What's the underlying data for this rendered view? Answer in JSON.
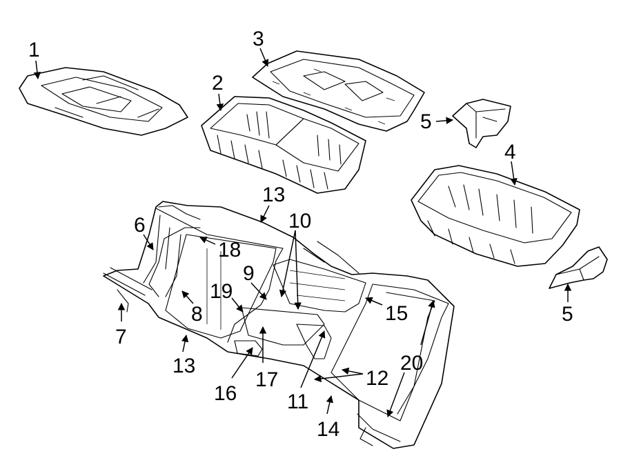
{
  "callouts": {
    "c1": "1",
    "c2": "2",
    "c3": "3",
    "c4": "4",
    "c5a": "5",
    "c5b": "5",
    "c6": "6",
    "c7": "7",
    "c8": "8",
    "c9": "9",
    "c10": "10",
    "c11": "11",
    "c12": "12",
    "c13a": "13",
    "c13b": "13",
    "c14": "14",
    "c15": "15",
    "c16": "16",
    "c17": "17",
    "c18": "18",
    "c19": "19",
    "c20": "20"
  }
}
